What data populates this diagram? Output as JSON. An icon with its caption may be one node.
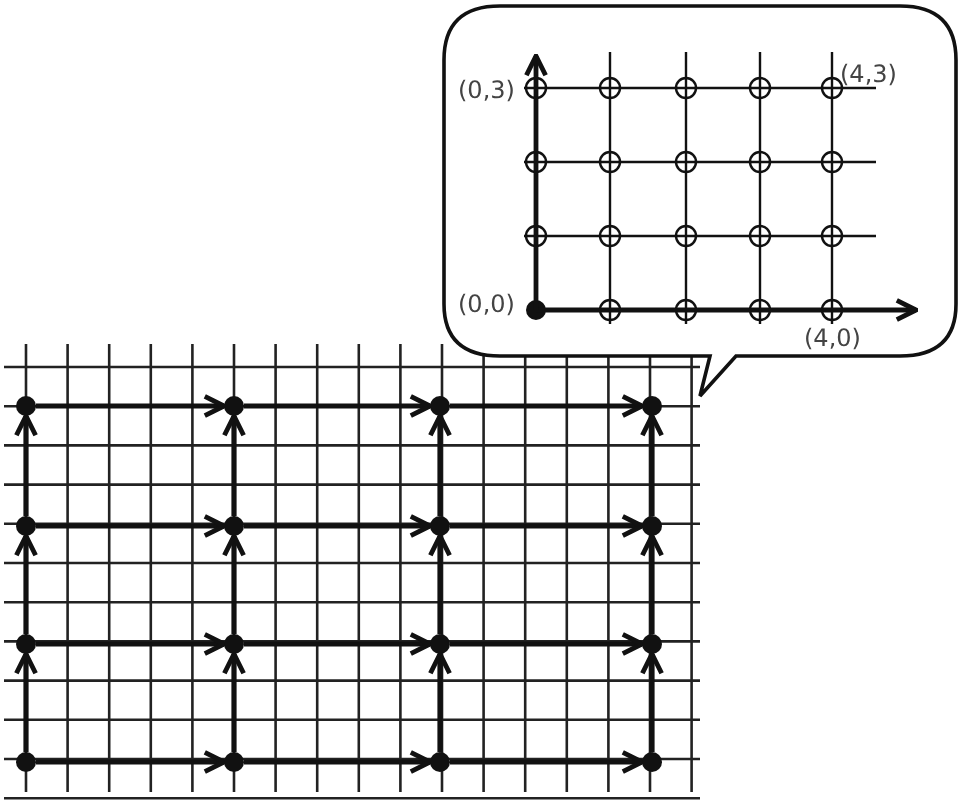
{
  "diagram": {
    "nodes": [
      {
        "text": [],
        "shape": "circle"
      },
      {
        "text": [],
        "shape": "circle"
      },
      {
        "text": [],
        "shape": "circle"
      },
      {
        "text": [],
        "shape": "circle"
      },
      {
        "text": [],
        "shape": "circle"
      },
      {
        "text": [],
        "shape": "circle"
      },
      {
        "text": [],
        "shape": "circle"
      },
      {
        "text": [],
        "shape": "circle"
      },
      {
        "text": [],
        "shape": "circle"
      },
      {
        "text": [],
        "shape": "circle"
      },
      {
        "text": [],
        "shape": "circle"
      },
      {
        "text": [],
        "shape": "circle"
      },
      {
        "text": [],
        "shape": "circle"
      },
      {
        "text": [],
        "shape": "circle"
      },
      {
        "text": [],
        "shape": "circle"
      },
      {
        "text": [],
        "shape": "circle"
      }
    ],
    "edges": [
      {
        "from": 0,
        "to": 1,
        "arrow": "to"
      },
      {
        "from": 1,
        "to": 2,
        "arrow": "to"
      },
      {
        "from": 2,
        "to": 3,
        "arrow": "to"
      },
      {
        "from": 4,
        "to": 5,
        "arrow": "to"
      },
      {
        "from": 5,
        "to": 6,
        "arrow": "to"
      },
      {
        "from": 6,
        "to": 7,
        "arrow": "to"
      },
      {
        "from": 8,
        "to": 9,
        "arrow": "to"
      },
      {
        "from": 9,
        "to": 10,
        "arrow": "to"
      },
      {
        "from": 10,
        "to": 11,
        "arrow": "to"
      },
      {
        "from": 12,
        "to": 13,
        "arrow": "to"
      },
      {
        "from": 13,
        "to": 14,
        "arrow": "to"
      },
      {
        "from": 14,
        "to": 15,
        "arrow": "to"
      },
      {
        "from": 4,
        "to": 0,
        "arrow": "to"
      },
      {
        "from": 5,
        "to": 1,
        "arrow": "to"
      },
      {
        "from": 6,
        "to": 2,
        "arrow": "to"
      },
      {
        "from": 7,
        "to": 3,
        "arrow": "to"
      },
      {
        "from": 8,
        "to": 4,
        "arrow": "to"
      },
      {
        "from": 9,
        "to": 5,
        "arrow": "to"
      },
      {
        "from": 10,
        "to": 6,
        "arrow": "to"
      },
      {
        "from": 11,
        "to": 7,
        "arrow": "to"
      },
      {
        "from": 12,
        "to": 8,
        "arrow": "to"
      },
      {
        "from": 13,
        "to": 9,
        "arrow": "to"
      },
      {
        "from": 14,
        "to": 10,
        "arrow": "to"
      },
      {
        "from": 15,
        "to": 11,
        "arrow": "to"
      }
    ],
    "labels": [
      "(0,3)",
      "(4,3)",
      "(0,0)",
      "(4,0)"
    ]
  }
}
